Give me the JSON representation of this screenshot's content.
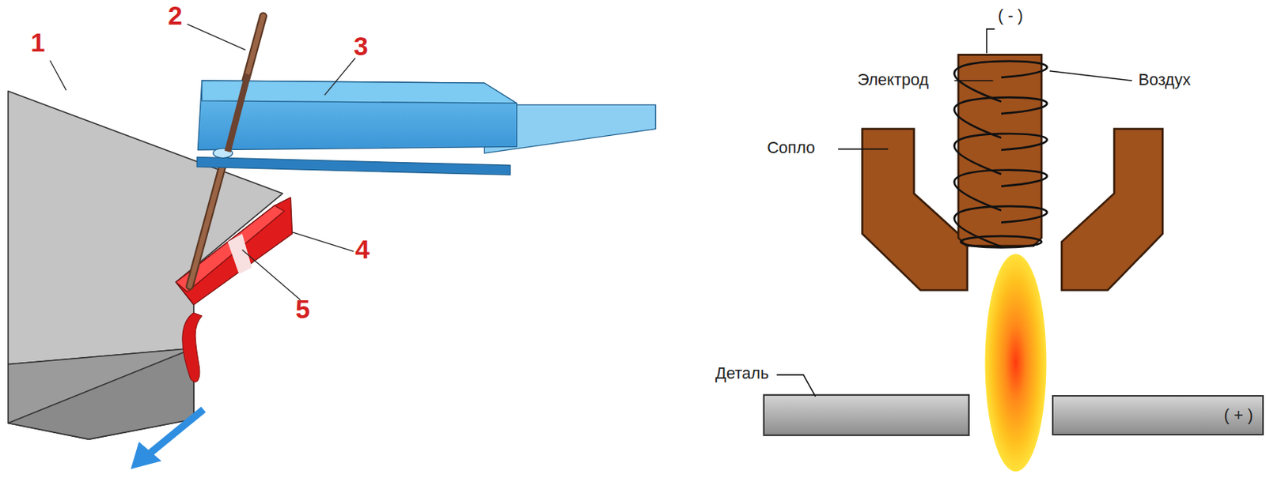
{
  "diagram": {
    "nodes": [
      {
        "text": [
          "( + )"
        ]
      }
    ],
    "labels": [
      "1",
      "2",
      "3",
      "4",
      "5",
      "( - )",
      "Электрод",
      "Воздух",
      "Сопло",
      "Деталь"
    ]
  }
}
